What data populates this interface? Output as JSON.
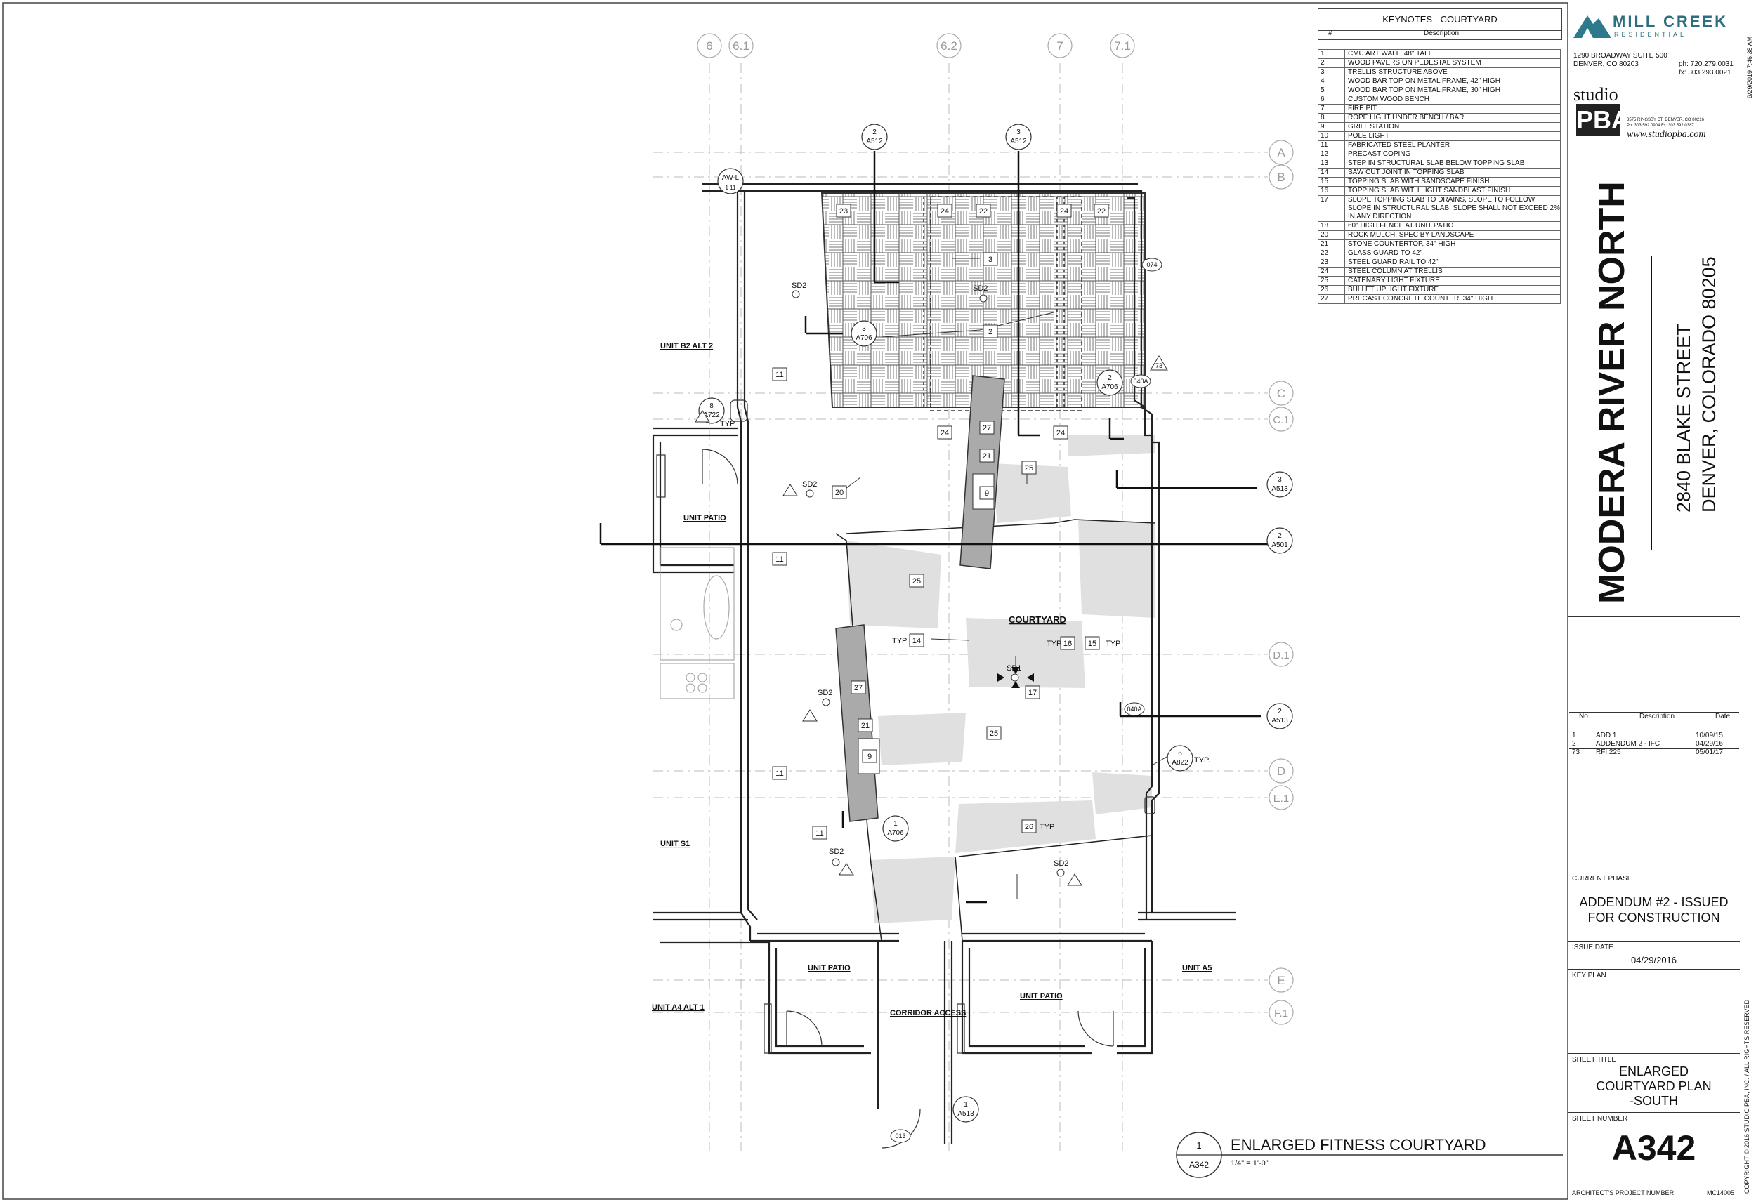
{
  "grid": {
    "columns": [
      "6",
      "6.1",
      "6.2",
      "7",
      "7.1"
    ],
    "rows": [
      "A",
      "B",
      "C",
      "C.1",
      "D.1",
      "D",
      "E.1",
      "E",
      "F.1"
    ]
  },
  "rooms": {
    "unit_b2_alt2": "UNIT B2 ALT 2",
    "unit_patio_west": "UNIT PATIO",
    "unit_s1": "UNIT S1",
    "unit_a4_alt1": "UNIT A4 ALT 1",
    "unit_patio_sw": "UNIT PATIO",
    "corridor_access": "CORRIDOR ACCESS",
    "unit_patio_south": "UNIT PATIO",
    "unit_a5": "UNIT A5",
    "courtyard": "COURTYARD"
  },
  "tags": {
    "aw": "AW-L",
    "aw_sub": "1 11",
    "d074": "074",
    "d040a": "040A",
    "d040a_2": "040A",
    "d013": "013",
    "rev73": "73",
    "typ": "TYP",
    "typ_dot": "TYP.",
    "sd1": "SD1",
    "sd2": "SD2"
  },
  "sections": [
    {
      "num": "2",
      "ref": "A512"
    },
    {
      "num": "3",
      "ref": "A512"
    },
    {
      "num": "3",
      "ref": "A706"
    },
    {
      "num": "2",
      "ref": "A706"
    },
    {
      "num": "8",
      "ref": "A722"
    },
    {
      "num": "3",
      "ref": "A513"
    },
    {
      "num": "2",
      "ref": "A501"
    },
    {
      "num": "2",
      "ref": "A513"
    },
    {
      "num": "6",
      "ref": "A822"
    },
    {
      "num": "1",
      "ref": "A706"
    },
    {
      "num": "1",
      "ref": "A513"
    }
  ],
  "keynote_tags": [
    "23",
    "24",
    "22",
    "24",
    "22",
    "3",
    "2",
    "11",
    "11",
    "27",
    "21",
    "9",
    "25",
    "20",
    "25",
    "14",
    "16",
    "15",
    "17",
    "27",
    "21",
    "9",
    "25",
    "11",
    "11",
    "26",
    "24",
    "24"
  ],
  "keynotes": {
    "title": "KEYNOTES - COURTYARD",
    "col_num": "#",
    "col_desc": "Description",
    "items": [
      {
        "n": "1",
        "d": "CMU ART WALL, 48\" TALL"
      },
      {
        "n": "2",
        "d": "WOOD PAVERS ON PEDESTAL SYSTEM"
      },
      {
        "n": "3",
        "d": "TRELLIS STRUCTURE ABOVE"
      },
      {
        "n": "4",
        "d": "WOOD BAR TOP ON METAL FRAME, 42\" HIGH"
      },
      {
        "n": "5",
        "d": "WOOD BAR TOP ON METAL FRAME, 30\" HIGH"
      },
      {
        "n": "6",
        "d": "CUSTOM WOOD BENCH"
      },
      {
        "n": "7",
        "d": "FIRE PIT"
      },
      {
        "n": "8",
        "d": "ROPE LIGHT UNDER BENCH / BAR"
      },
      {
        "n": "9",
        "d": "GRILL STATION"
      },
      {
        "n": "10",
        "d": "POLE LIGHT"
      },
      {
        "n": "11",
        "d": "FABRICATED STEEL PLANTER"
      },
      {
        "n": "12",
        "d": "PRECAST COPING"
      },
      {
        "n": "13",
        "d": "STEP IN STRUCTURAL SLAB BELOW TOPPING SLAB"
      },
      {
        "n": "14",
        "d": "SAW CUT JOINT IN TOPPING SLAB"
      },
      {
        "n": "15",
        "d": "TOPPING SLAB WITH SANDSCAPE FINISH"
      },
      {
        "n": "16",
        "d": "TOPPING SLAB WITH LIGHT SANDBLAST FINISH"
      },
      {
        "n": "17",
        "d": "SLOPE TOPPING SLAB TO DRAINS, SLOPE TO FOLLOW SLOPE IN STRUCTURAL SLAB, SLOPE SHALL NOT EXCEED 2% IN ANY DIRECTION"
      },
      {
        "n": "18",
        "d": "60\" HIGH FENCE AT UNIT PATIO"
      },
      {
        "n": "20",
        "d": "ROCK MULCH, SPEC BY LANDSCAPE"
      },
      {
        "n": "21",
        "d": "STONE COUNTERTOP, 34\" HIGH"
      },
      {
        "n": "22",
        "d": "GLASS GUARD TO 42\""
      },
      {
        "n": "23",
        "d": "STEEL GUARD RAIL TO 42\""
      },
      {
        "n": "24",
        "d": "STEEL COLUMN AT TRELLIS"
      },
      {
        "n": "25",
        "d": "CATENARY LIGHT FIXTURE"
      },
      {
        "n": "26",
        "d": "BULLET UPLIGHT FIXTURE"
      },
      {
        "n": "27",
        "d": "PRECAST CONCRETE COUNTER, 34\" HIGH"
      }
    ]
  },
  "title_block": {
    "timestamp": "9/29/2019 7:46:38 AM",
    "client_name": "MILL CREEK",
    "client_sub": "RESIDENTIAL",
    "client_addr1": "1290 BROADWAY SUITE 500",
    "client_addr2": "DENVER, CO 80203",
    "client_ph": "ph: 720.279.0031",
    "client_fx": "fx: 303.293.0021",
    "arch_studio": "studio",
    "arch_logo": "PBA",
    "arch_addr": "3575 RINGSBY CT. DENVER, CO 80216",
    "arch_ph": "Ph: 303.592.0904  Fx: 303.592.0387",
    "arch_web": "www.studiopba.com",
    "project_name": "MODERA RIVER NORTH",
    "project_addr1": "2840 BLAKE STREET",
    "project_addr2": "DENVER, COLORADO 80205",
    "rev_col_no": "No.",
    "rev_col_desc": "Description",
    "rev_col_date": "Date",
    "revisions": [
      {
        "no": "1",
        "desc": "ADD 1",
        "date": "10/09/15"
      },
      {
        "no": "2",
        "desc": "ADDENDUM 2 - IFC",
        "date": "04/29/16"
      },
      {
        "no": "73",
        "desc": "RFI 225",
        "date": "05/01/17"
      }
    ],
    "phase_label": "CURRENT PHASE",
    "phase_line1": "ADDENDUM #2 - ISSUED",
    "phase_line2": "FOR CONSTRUCTION",
    "issue_label": "ISSUE DATE",
    "issue_date": "04/29/2016",
    "keyplan_label": "KEY PLAN",
    "sheet_title_label": "SHEET TITLE",
    "sheet_title1": "ENLARGED",
    "sheet_title2": "COURTYARD PLAN",
    "sheet_title3": "-SOUTH",
    "sheet_number_label": "SHEET NUMBER",
    "sheet_number": "A342",
    "proj_num_label": "ARCHITECT'S PROJECT NUMBER",
    "proj_num": "MC14005",
    "copyright": "COPYRIGHT © 2016 STUDIO PBA, INC. / ALL RIGHTS RESERVED"
  },
  "drawing_title": {
    "num": "1",
    "ref": "A342",
    "title": "ENLARGED FITNESS COURTYARD",
    "scale": "1/4\" = 1'-0\""
  }
}
